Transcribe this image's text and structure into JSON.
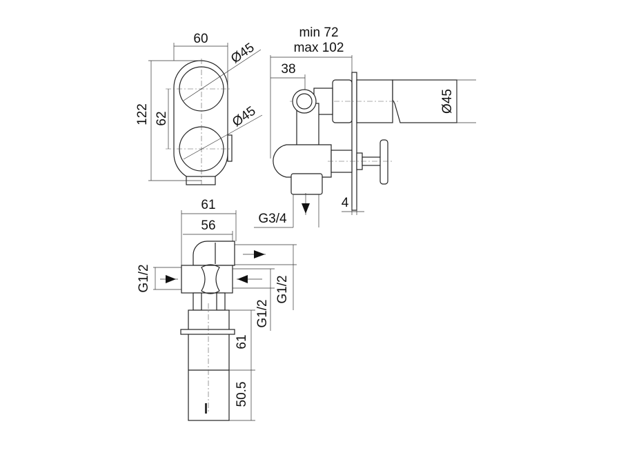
{
  "drawing": {
    "front_view": {
      "width": "60",
      "height": "122",
      "center_distance": "62",
      "diameter_top": "Ø45",
      "diameter_bottom": "Ø45"
    },
    "side_view": {
      "depth_min": "min 72",
      "depth_max": "max 102",
      "axis_offset": "38",
      "handle_diameter": "Ø45",
      "plate_thickness": "4",
      "outlet_thread": "G3/4"
    },
    "top_view": {
      "outer_width": "61",
      "inner_width": "56",
      "inlet_left": "G1/2",
      "outlet_right": "G1/2",
      "inlet_right": "G1/2",
      "cylinder_upper": "61",
      "cylinder_lower": "50.5"
    }
  }
}
